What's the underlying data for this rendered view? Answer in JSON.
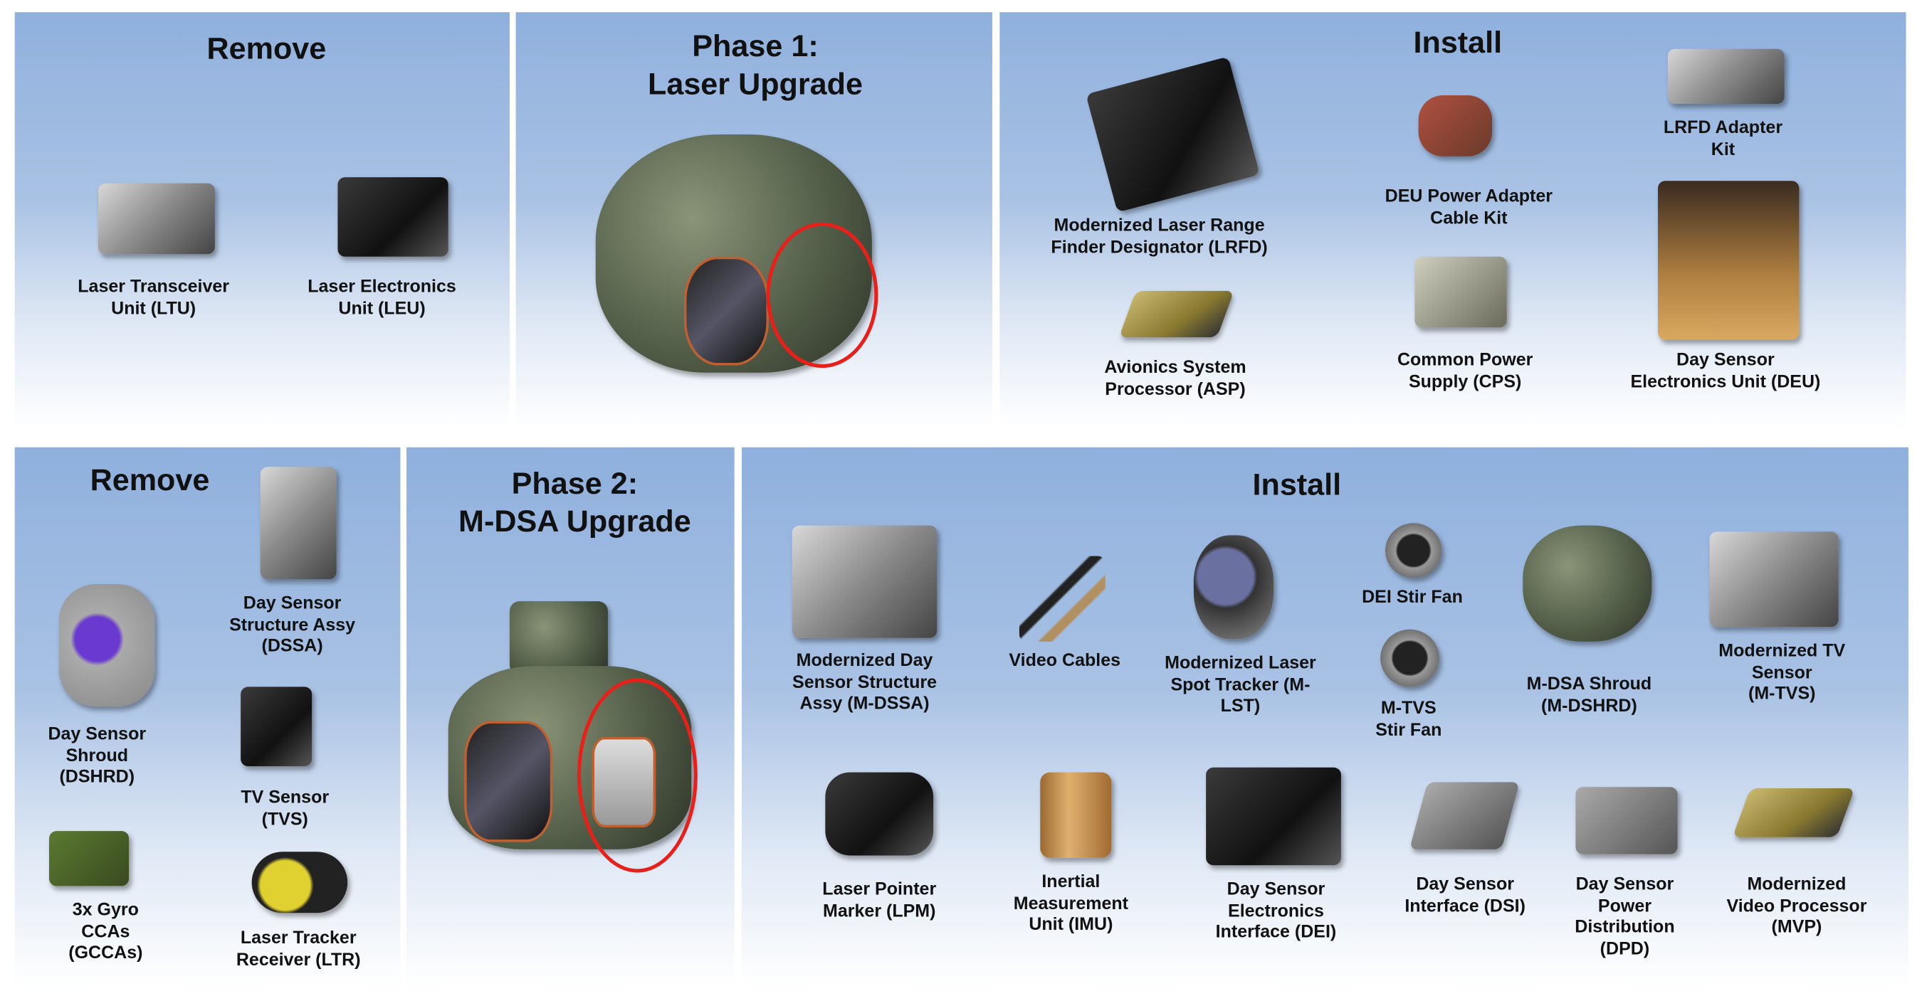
{
  "phase1": {
    "remove": {
      "title": "Remove",
      "items": [
        "Laser Transceiver\nUnit (LTU)",
        "Laser Electronics\nUnit (LEU)"
      ]
    },
    "title_line1": "Phase 1:",
    "title_line2": "Laser Upgrade",
    "install": {
      "title": "Install",
      "items": [
        "Modernized Laser Range\nFinder Designator (LRFD)",
        "DEU Power Adapter\nCable Kit",
        "LRFD Adapter\nKit",
        "Avionics System\nProcessor (ASP)",
        "Common Power\nSupply (CPS)",
        "Day Sensor\nElectronics Unit (DEU)"
      ]
    }
  },
  "phase2": {
    "remove": {
      "title": "Remove",
      "items": [
        "Day Sensor\nStructure Assy\n(DSSA)",
        "Day Sensor\nShroud\n(DSHRD)",
        "TV Sensor\n(TVS)",
        "3x Gyro\nCCAs\n(GCCAs)",
        "Laser Tracker\nReceiver (LTR)"
      ]
    },
    "title_line1": "Phase 2:",
    "title_line2": "M-DSA Upgrade",
    "install": {
      "title": "Install",
      "items": [
        "Modernized Day\nSensor Structure\nAssy (M-DSSA)",
        "Video Cables",
        "Modernized Laser\nSpot Tracker (M-\nLST)",
        "DEI Stir Fan",
        "M-TVS\nStir Fan",
        "M-DSA Shroud\n(M-DSHRD)",
        "Modernized TV\nSensor\n(M-TVS)",
        "Laser Pointer\nMarker (LPM)",
        "Inertial\nMeasurement\nUnit (IMU)",
        "Day Sensor\nElectronics\nInterface (DEI)",
        "Day Sensor\nInterface (DSI)",
        "Day Sensor\nPower\nDistribution\n(DPD)",
        "Modernized\nVideo Processor\n(MVP)"
      ]
    }
  },
  "colors": {
    "panel_top": "#8fb0dd",
    "highlight_ring": "#e8201a"
  }
}
